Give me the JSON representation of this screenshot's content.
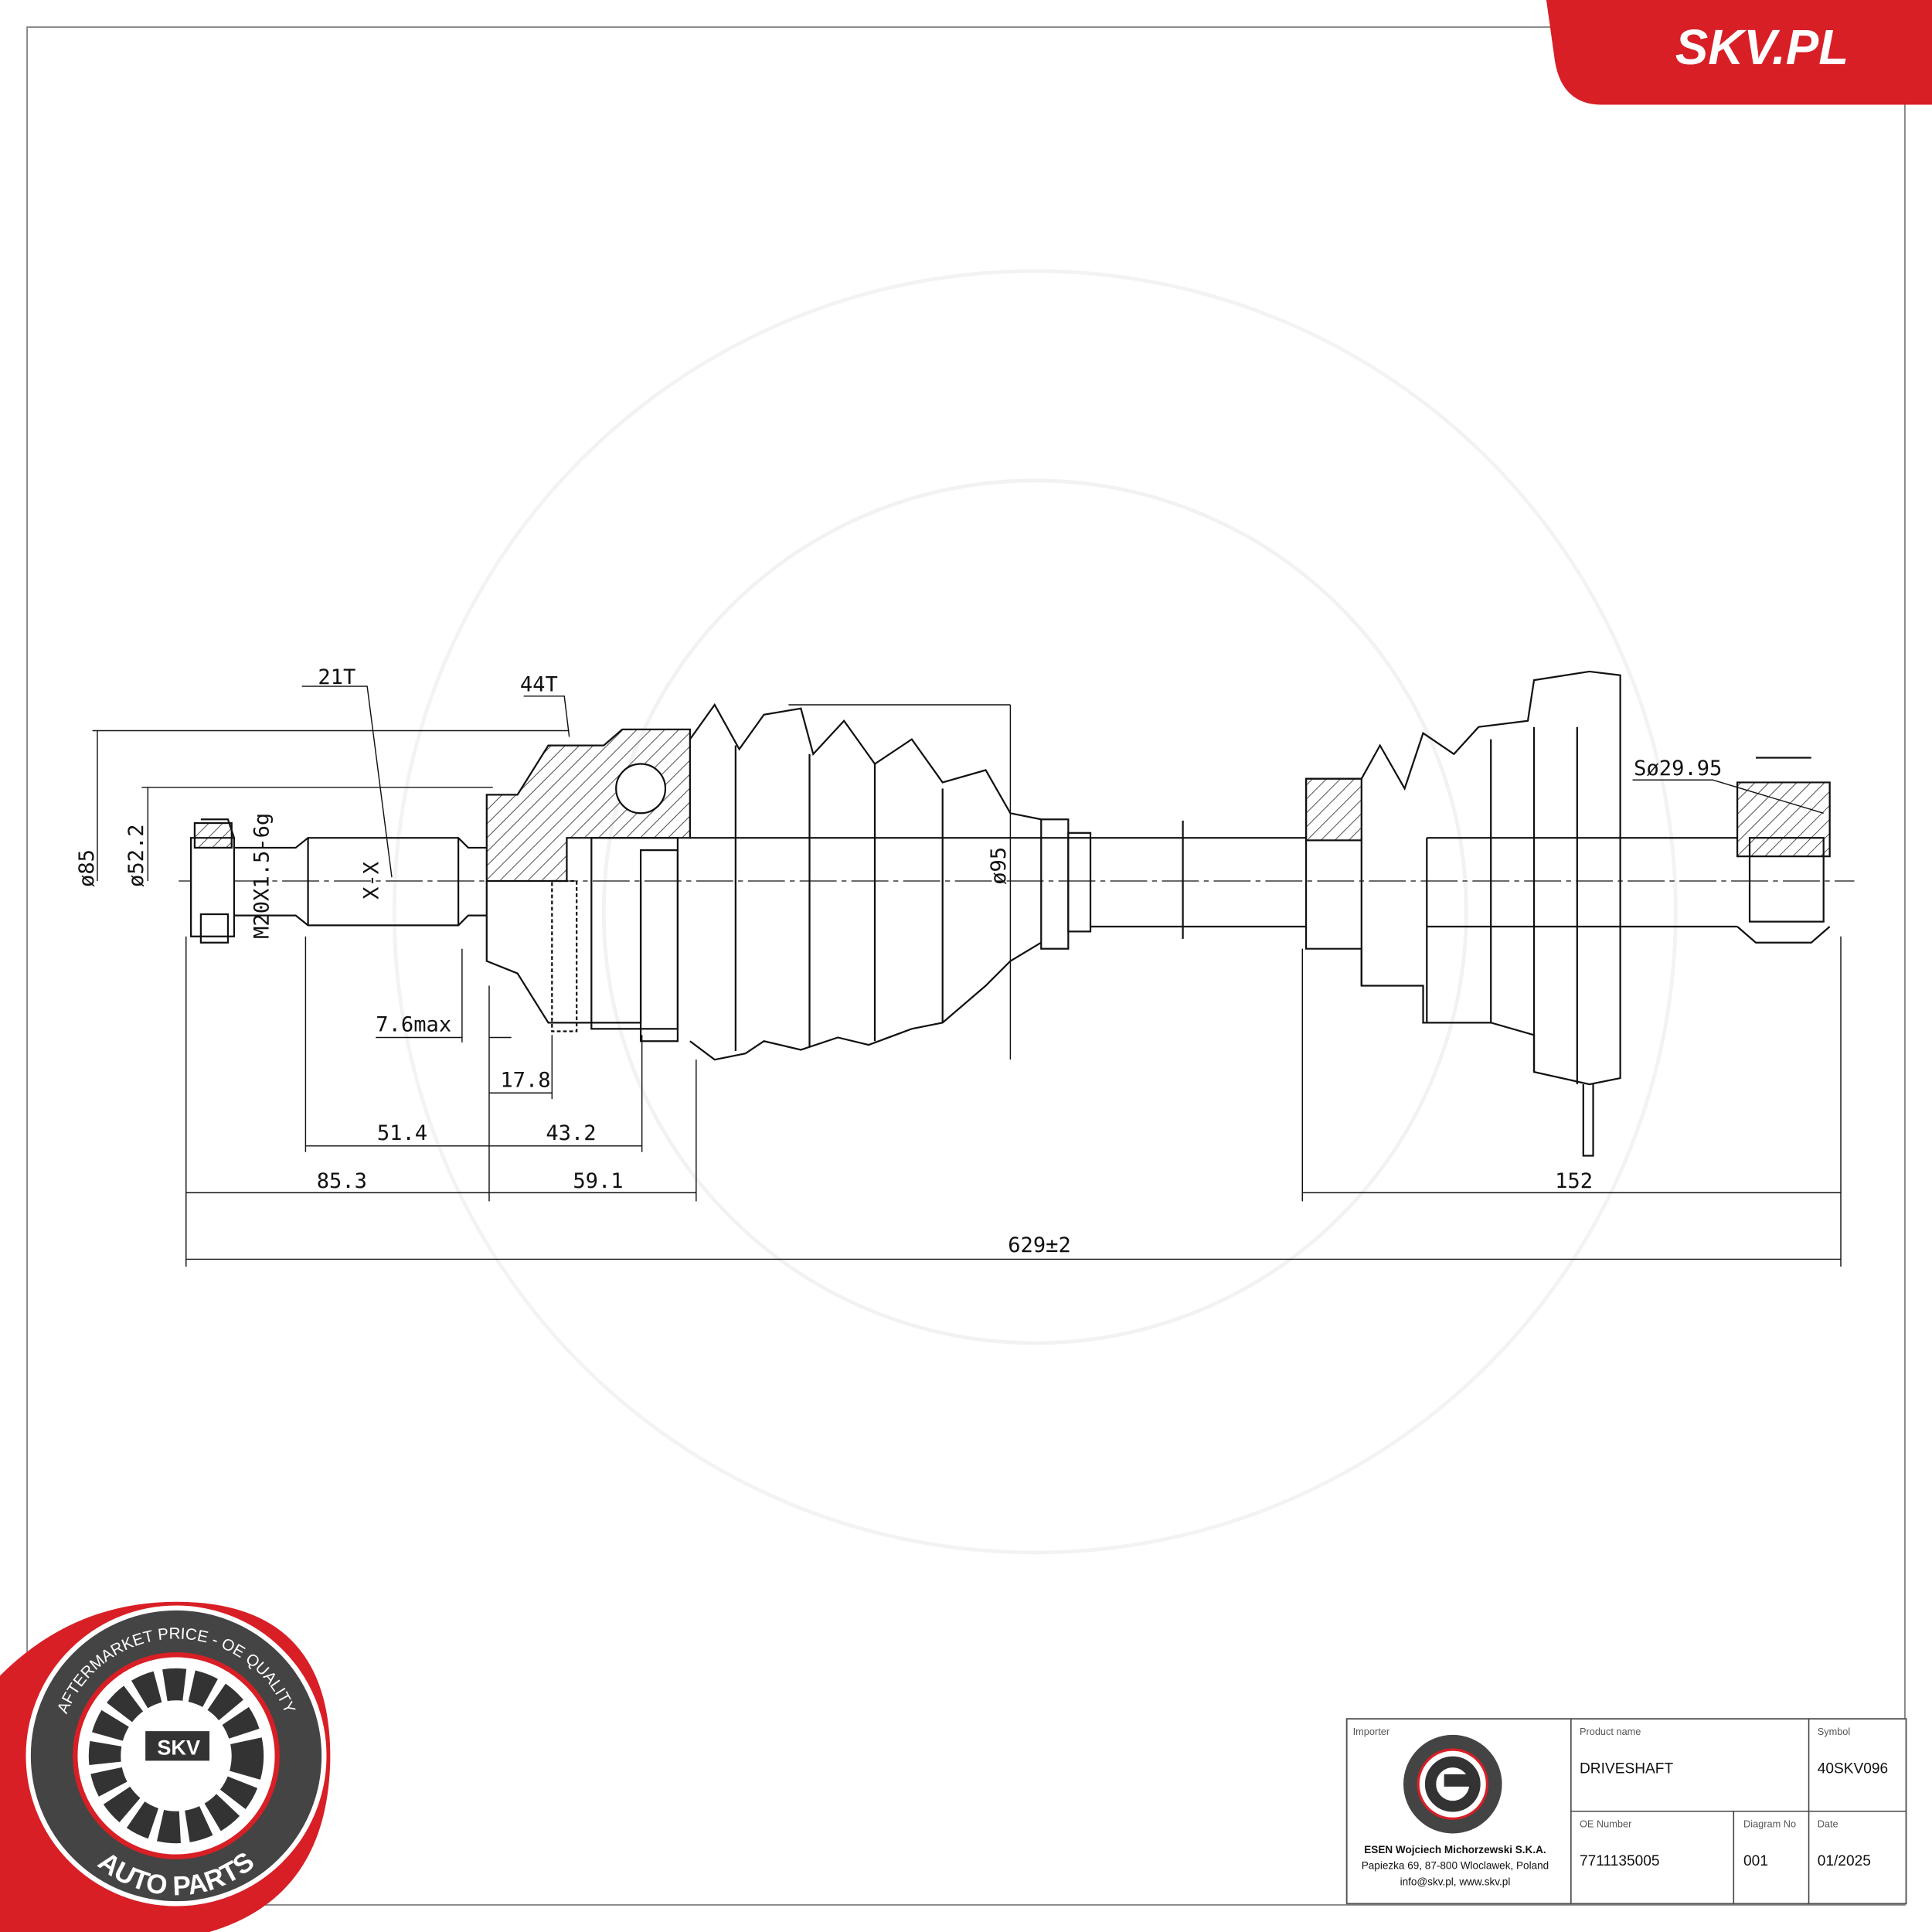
{
  "brand": {
    "site_label": "SKV.PL",
    "accent_color": "#d81f26",
    "badge_top_text": "AFTERMARKET PRICE - OE QUALITY",
    "badge_bottom_text": "AUTO PARTS",
    "badge_center_text": "SKV"
  },
  "drawing": {
    "callouts": {
      "teeth_outer": "21T",
      "teeth_abs": "44T",
      "thread": "M20X1.5-6g",
      "section": "X-X",
      "spline_dia": "Sø29.95"
    },
    "dimensions": {
      "dia_85": "ø85",
      "dia_52_2": "ø52.2",
      "dia_95": "ø95",
      "d_7_6": "7.6max",
      "d_17_8": "17.8",
      "d_51_4": "51.4",
      "d_43_2": "43.2",
      "d_85_3": "85.3",
      "d_59_1": "59.1",
      "d_152": "152",
      "total": "629±2"
    }
  },
  "title_block": {
    "importer_label": "Importer",
    "importer_name": "ESEN Wojciech Michorzewski S.K.A.",
    "importer_address": "Papiezka 69, 87-800 Wloclawek, Poland",
    "importer_contact": "info@skv.pl, www.skv.pl",
    "product_label": "Product name",
    "product_value": "DRIVESHAFT",
    "symbol_label": "Symbol",
    "symbol_value": "40SKV096",
    "oe_label": "OE Number",
    "oe_value": "7711135005",
    "diagram_label": "Diagram No",
    "diagram_value": "001",
    "date_label": "Date",
    "date_value": "01/2025"
  }
}
